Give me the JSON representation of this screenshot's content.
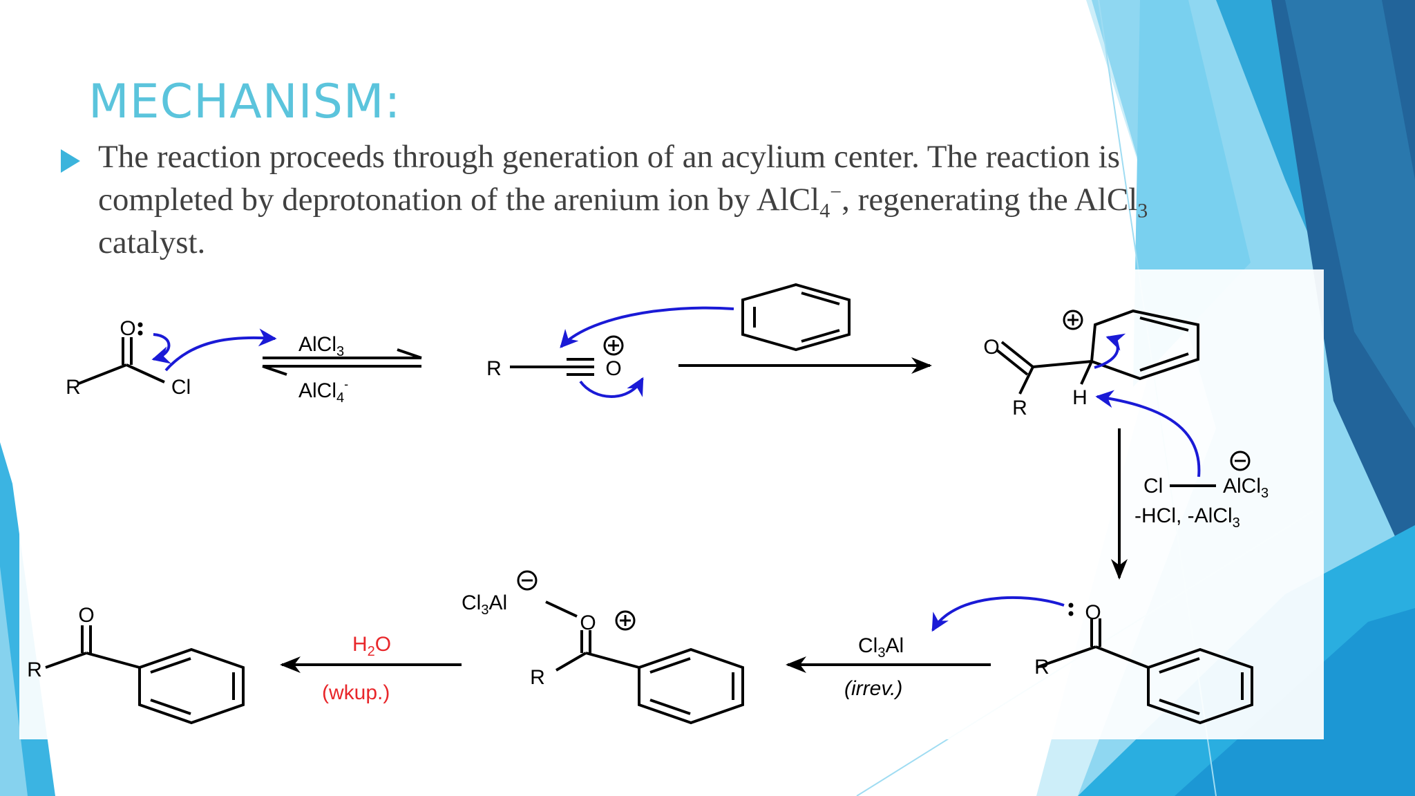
{
  "slide": {
    "title": "MECHANISM:",
    "body": {
      "part1": "The reaction proceeds through generation of an acylium center. The reaction is completed by deprotonation of the arenium ion  by AlCl",
      "sub1": "4",
      "sup1": "−",
      "part2": ", regenerating the AlCl",
      "sub2": "3",
      "part3": " catalyst."
    }
  },
  "scheme": {
    "acyl_chloride": {
      "o": "O",
      "r": "R",
      "cl": "Cl"
    },
    "equilibrium": {
      "forward": "AlCl",
      "forward_sub": "3",
      "reverse": "AlCl",
      "reverse_sub": "4",
      "reverse_sup": "-"
    },
    "acylium": {
      "r": "R",
      "o": "O"
    },
    "arenium": {
      "o": "O",
      "r": "R",
      "h": "H"
    },
    "deprotonation": {
      "cl": "Cl",
      "al": "AlCl",
      "al_sub": "3",
      "loss": "-HCl, -AlCl",
      "loss_sub": "3"
    },
    "ketone_complexation": {
      "o": "O",
      "r": "R"
    },
    "complexation_reagent": {
      "reagent": "Cl",
      "reagent_sub": "3",
      "reagent_tail": "Al",
      "condition": "(irrev.)"
    },
    "complex": {
      "al": "Cl",
      "al_sub": "3",
      "al_tail": "Al",
      "o": "O",
      "r": "R"
    },
    "workup": {
      "reagent": "H",
      "reagent_sub": "2",
      "reagent_tail": "O",
      "condition": "(wkup.)",
      "color": "#e8262a"
    },
    "product": {
      "o": "O",
      "r": "R"
    },
    "arrow_color": "#1a1ad6"
  }
}
